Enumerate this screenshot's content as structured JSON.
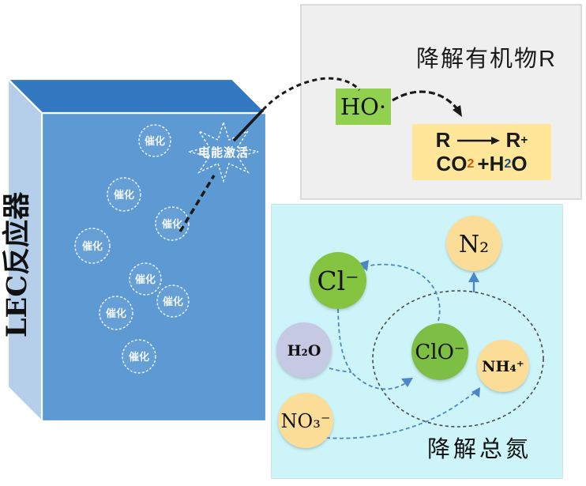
{
  "reactor": {
    "label": "LEC反应器",
    "star_label": "电能激活",
    "bubble_label": "催化",
    "colors": {
      "front": "#5D9AD3",
      "top": "#3379C2",
      "side": "#B5CFEA",
      "outline": "#FFFFFF"
    }
  },
  "organic_panel": {
    "title": "降解有机物R",
    "radical_label": "HO·",
    "reaction": {
      "reactant": "R",
      "product_base": "R",
      "product_sup": "+",
      "co_base": "CO",
      "co_sub": "2",
      "plus": "+H",
      "h_sub": "2",
      "o_base": "O"
    },
    "colors": {
      "panel_bg": "#F0EFEF",
      "radical_bg": "#92D050",
      "reaction_bg": "#FFE699",
      "co_sub": "#C55A11",
      "h_sub": "#1F4E79"
    }
  },
  "nitrogen_panel": {
    "title": "降解总氮",
    "species": {
      "n2": {
        "label": "N₂",
        "color": "#FBDD97"
      },
      "cl": {
        "label": "Cl⁻",
        "color": "#85C440"
      },
      "h2o": {
        "label": "H₂O",
        "color": "#C6C9E3"
      },
      "no3": {
        "label": "NO₃⁻",
        "color": "#FBDD97"
      },
      "clo": {
        "label": "ClO⁻",
        "color": "#7DBF45"
      },
      "nh4": {
        "label": "NH₄⁺",
        "color": "#FBDD97"
      }
    },
    "colors": {
      "panel_bg": "#CDF4F8",
      "arrow": "#4A86C8",
      "ellipse": "#4A4A4A"
    }
  }
}
